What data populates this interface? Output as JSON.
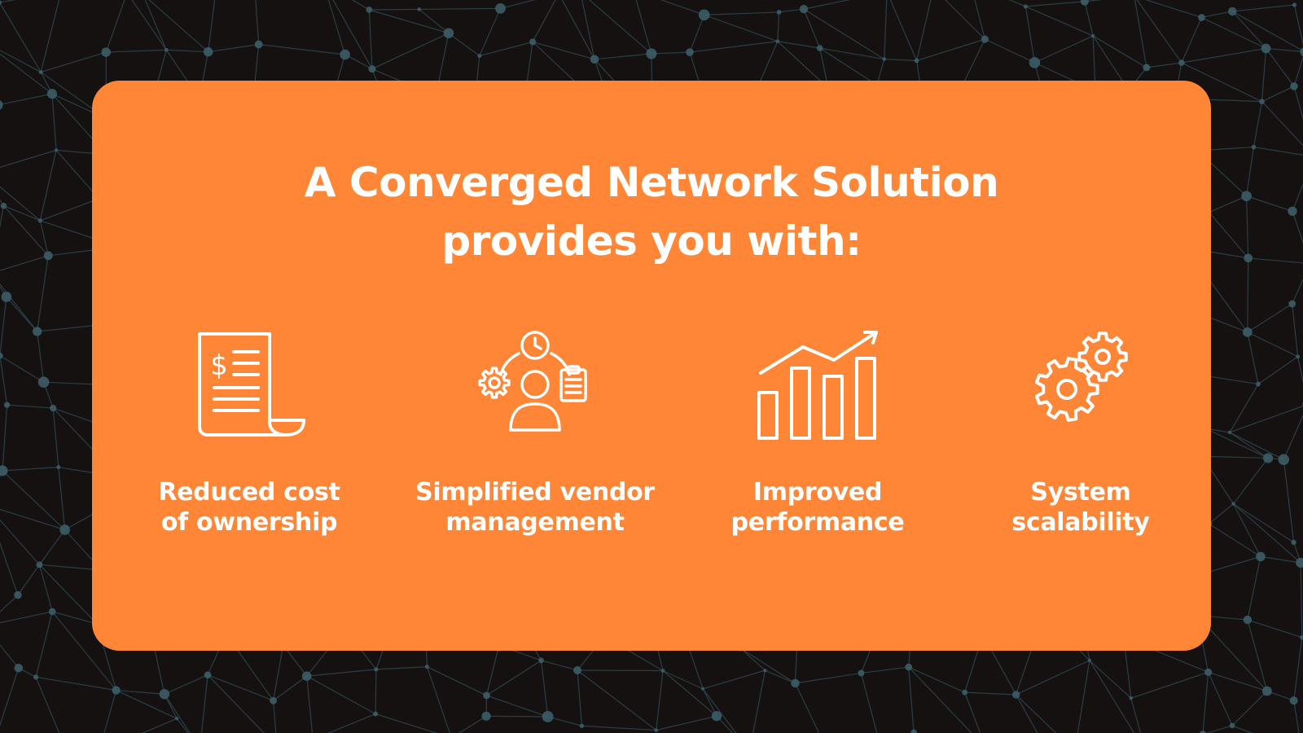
{
  "colors": {
    "background": "#161111",
    "network_lines": "#2f4a52",
    "network_nodes": "#3c5d66",
    "card": "#fe8636",
    "text": "#ffffff"
  },
  "headline": {
    "line1": "A Converged Network Solution",
    "line2": "provides you with:"
  },
  "features": [
    {
      "icon": "invoice-icon",
      "line1": "Reduced cost",
      "line2": "of ownership"
    },
    {
      "icon": "vendor-management-icon",
      "line1": "Simplified vendor",
      "line2": "management"
    },
    {
      "icon": "growth-chart-icon",
      "line1": "Improved",
      "line2": "performance"
    },
    {
      "icon": "gears-icon",
      "line1": "System",
      "line2": "scalability"
    }
  ]
}
